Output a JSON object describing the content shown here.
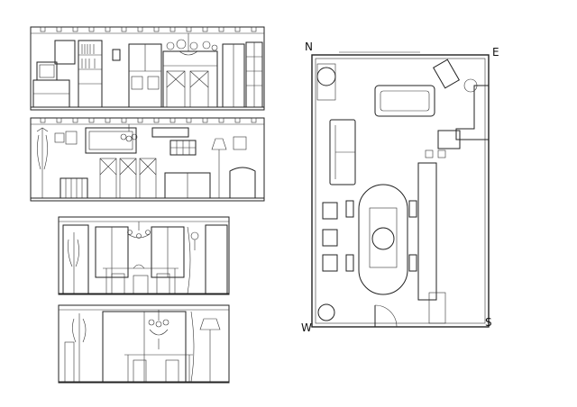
{
  "compass": {
    "north": "N",
    "east": "E",
    "south": "S",
    "west": "W"
  },
  "colors": {
    "ink": "#222222",
    "paper": "#ffffff"
  },
  "icons": [
    "chandelier-icon",
    "chair-icon",
    "table-icon",
    "door-swing-icon",
    "coat-rack-icon"
  ]
}
